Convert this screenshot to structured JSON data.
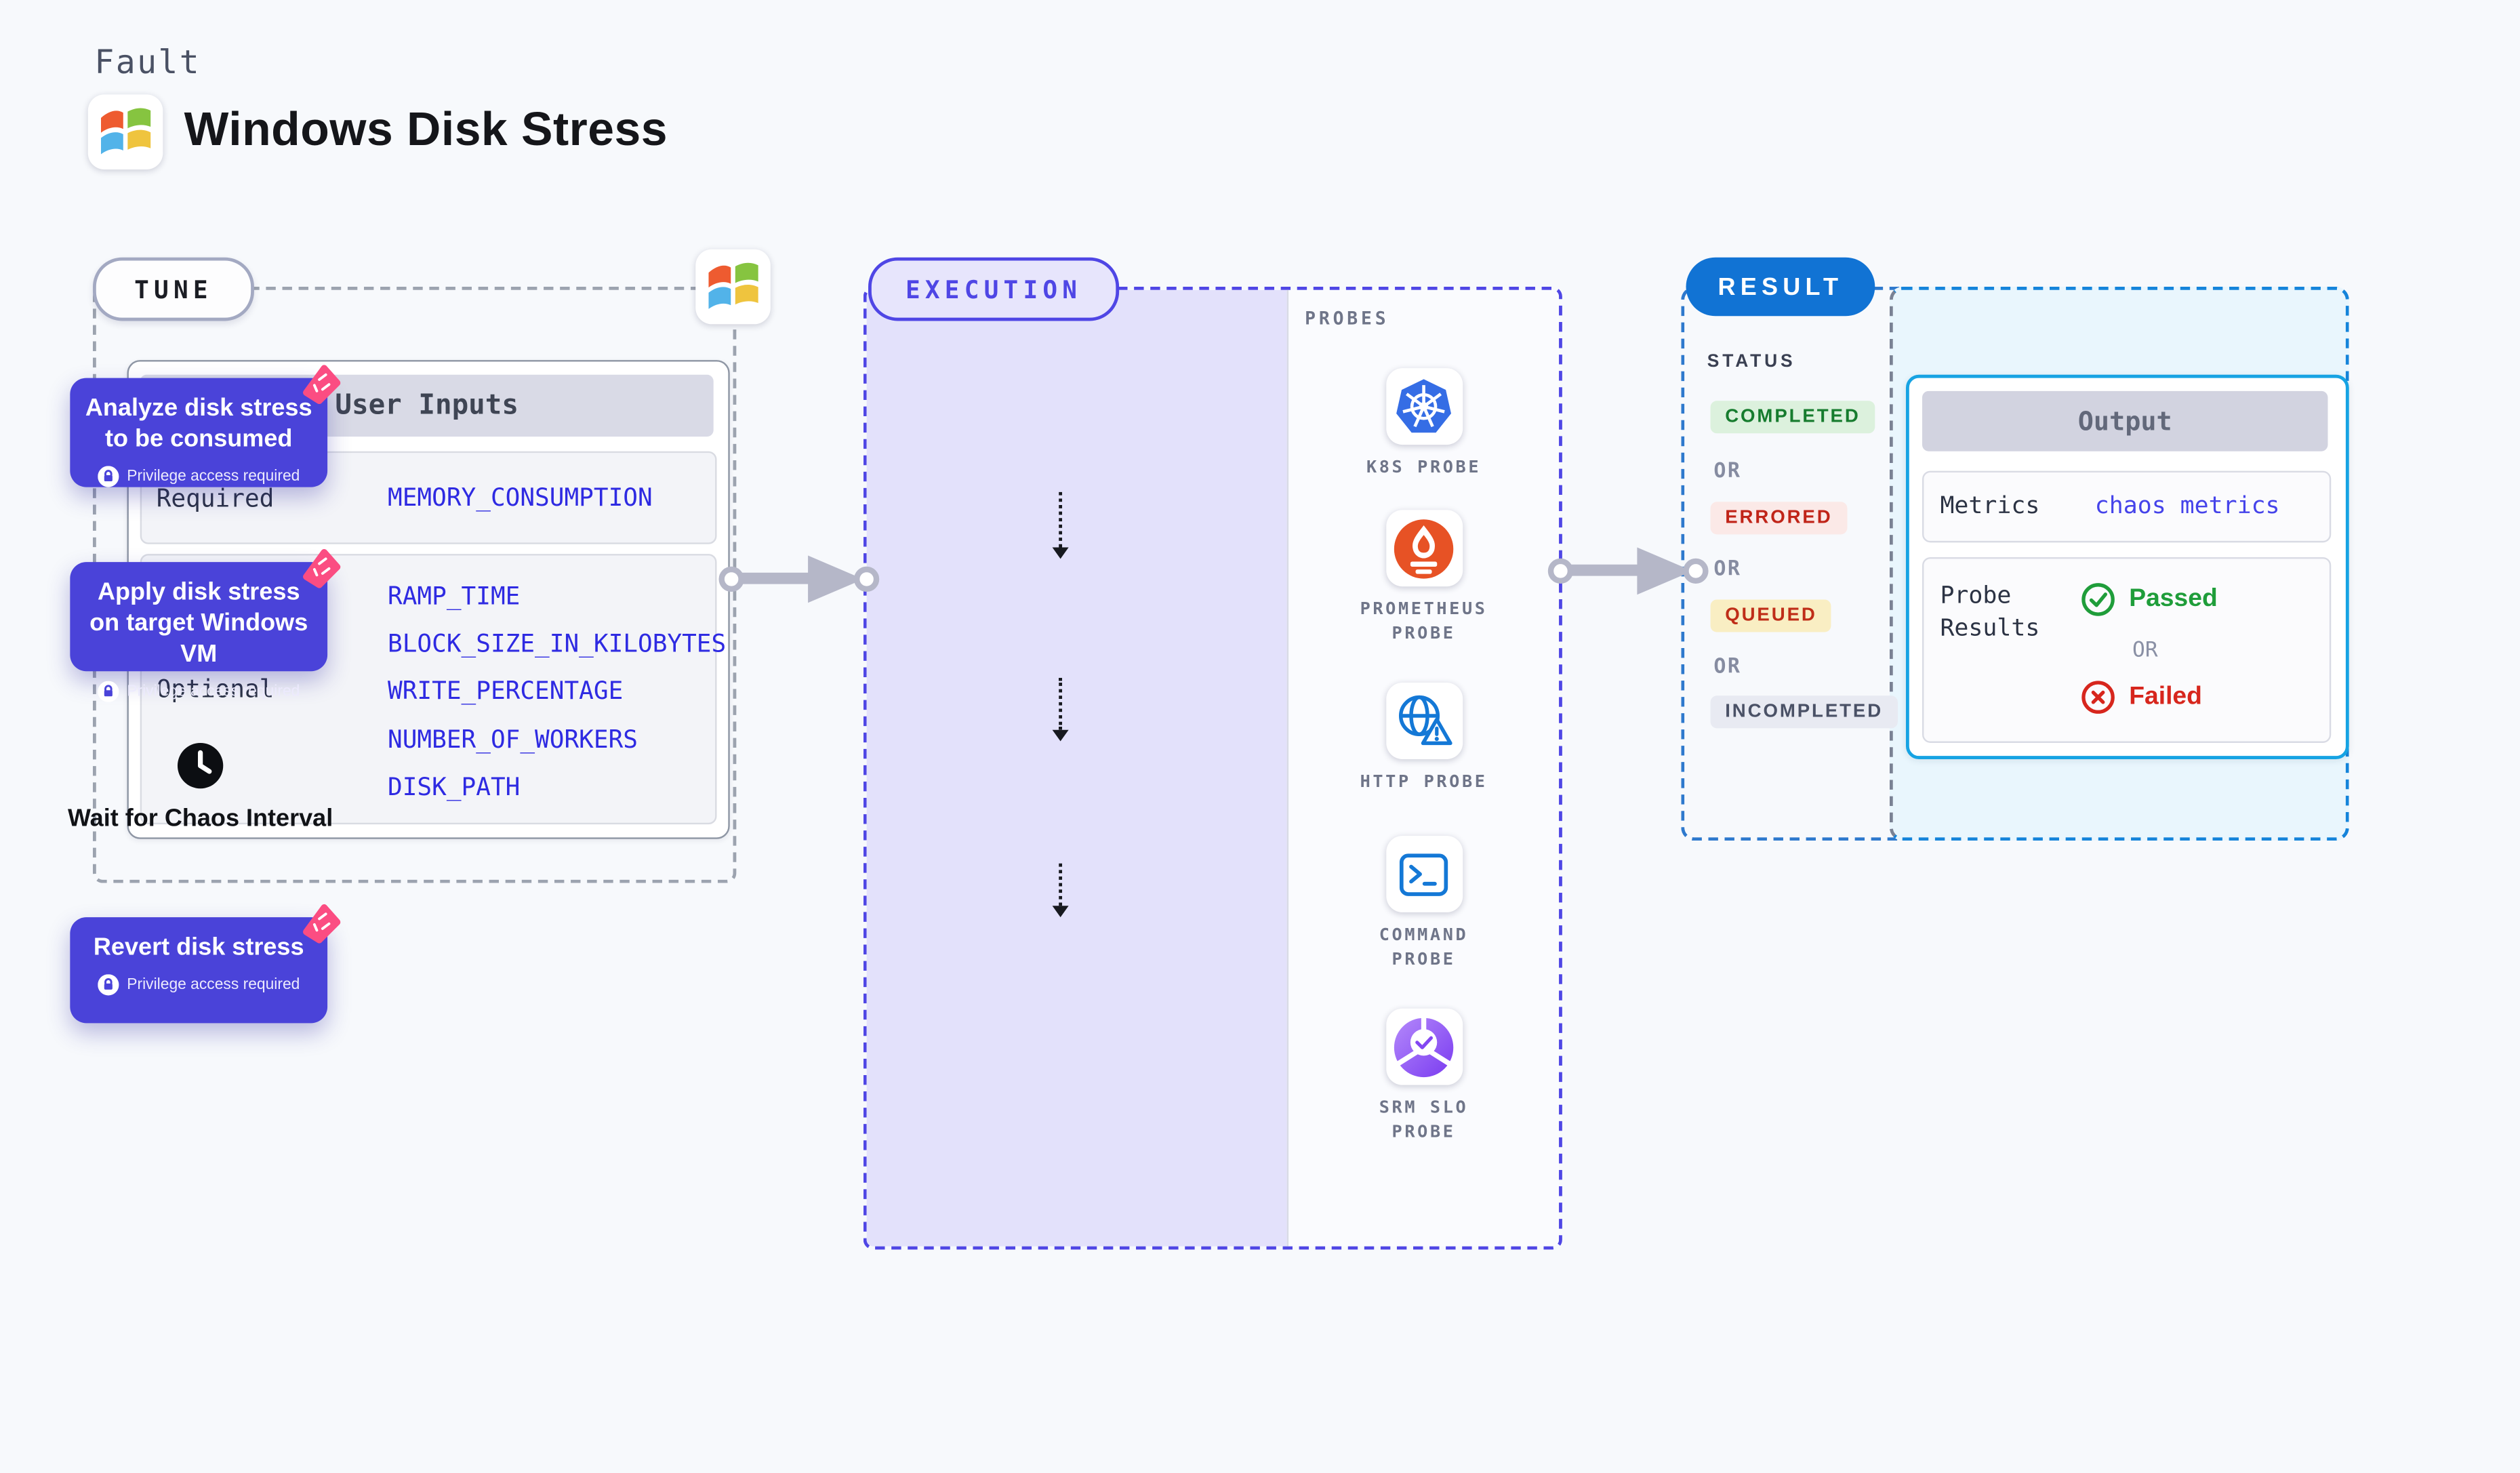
{
  "colors": {
    "page_bg": "#f7f9fc",
    "accent_indigo": "#4a43d9",
    "execution_fill": "#e3e1fb",
    "execution_border": "#4f46e5",
    "tune_border": "#9ca3af",
    "result_badge_blue": "#1173d4",
    "result_border_blue": "#2e79cd",
    "output_border_cyan": "#16a3e3",
    "output_fill_cyan": "#e9f6fd",
    "chaos_pink": "#fb4d82",
    "param_blue": "#2e2ae2",
    "passed_green": "#1f9d3a",
    "failed_red": "#d7261d",
    "arrow_gray": "#b5b7c8"
  },
  "header": {
    "kicker": "Fault",
    "title": "Windows Disk Stress",
    "logo_icon": "windows-logo"
  },
  "tune": {
    "badge": "TUNE",
    "corner_icon": "windows-logo",
    "panel": {
      "title": "User Inputs",
      "required_label": "Required",
      "required_value": "MEMORY_CONSUMPTION",
      "optional_label": "Optional",
      "optional_values": [
        "RAMP_TIME",
        "BLOCK_SIZE_IN_KILOBYTES",
        "WRITE_PERCENTAGE",
        "NUMBER_OF_WORKERS",
        "DISK_PATH"
      ]
    }
  },
  "execution": {
    "badge": "EXECUTION",
    "steps": [
      {
        "title": "Analyze disk stress to be consumed",
        "note": "Privilege access required",
        "corner_icon": "chaos-step-icon",
        "note_icon": "lock-icon"
      },
      {
        "title": "Apply disk stress on target Windows VM",
        "note": "Privilege access required",
        "corner_icon": "chaos-step-icon",
        "note_icon": "lock-icon"
      },
      {
        "title": "Wait for Chaos Interval",
        "icon": "clock-icon"
      },
      {
        "title": "Revert disk stress",
        "note": "Privilege access required",
        "corner_icon": "chaos-step-icon",
        "note_icon": "lock-icon"
      }
    ],
    "probes": {
      "label": "PROBES",
      "items": [
        {
          "name": "K8S PROBE",
          "icon": "kubernetes-icon"
        },
        {
          "name": "PROMETHEUS PROBE",
          "icon": "prometheus-icon"
        },
        {
          "name": "HTTP PROBE",
          "icon": "http-probe-icon"
        },
        {
          "name": "COMMAND PROBE",
          "icon": "command-probe-icon"
        },
        {
          "name": "SRM SLO PROBE",
          "icon": "srm-slo-probe-icon"
        }
      ]
    }
  },
  "result": {
    "badge": "RESULT",
    "status_label": "STATUS",
    "or_label": "OR",
    "statuses": [
      {
        "label": "COMPLETED",
        "fg": "#167c2e",
        "bg": "#dcf1dd"
      },
      {
        "label": "ERRORED",
        "fg": "#c02418",
        "bg": "#fbe9e7"
      },
      {
        "label": "QUEUED",
        "fg": "#bf2d18",
        "bg": "#f9eec3"
      },
      {
        "label": "INCOMPLETED",
        "fg": "#4a5166",
        "bg": "#e8eaf2"
      }
    ],
    "output": {
      "title": "Output",
      "metrics_label": "Metrics",
      "metrics_value": "chaos metrics",
      "probe_results_label": "Probe Results",
      "passed_label": "Passed",
      "or_label": "OR",
      "failed_label": "Failed",
      "passed_icon": "check-circle-icon",
      "failed_icon": "x-circle-icon"
    }
  }
}
